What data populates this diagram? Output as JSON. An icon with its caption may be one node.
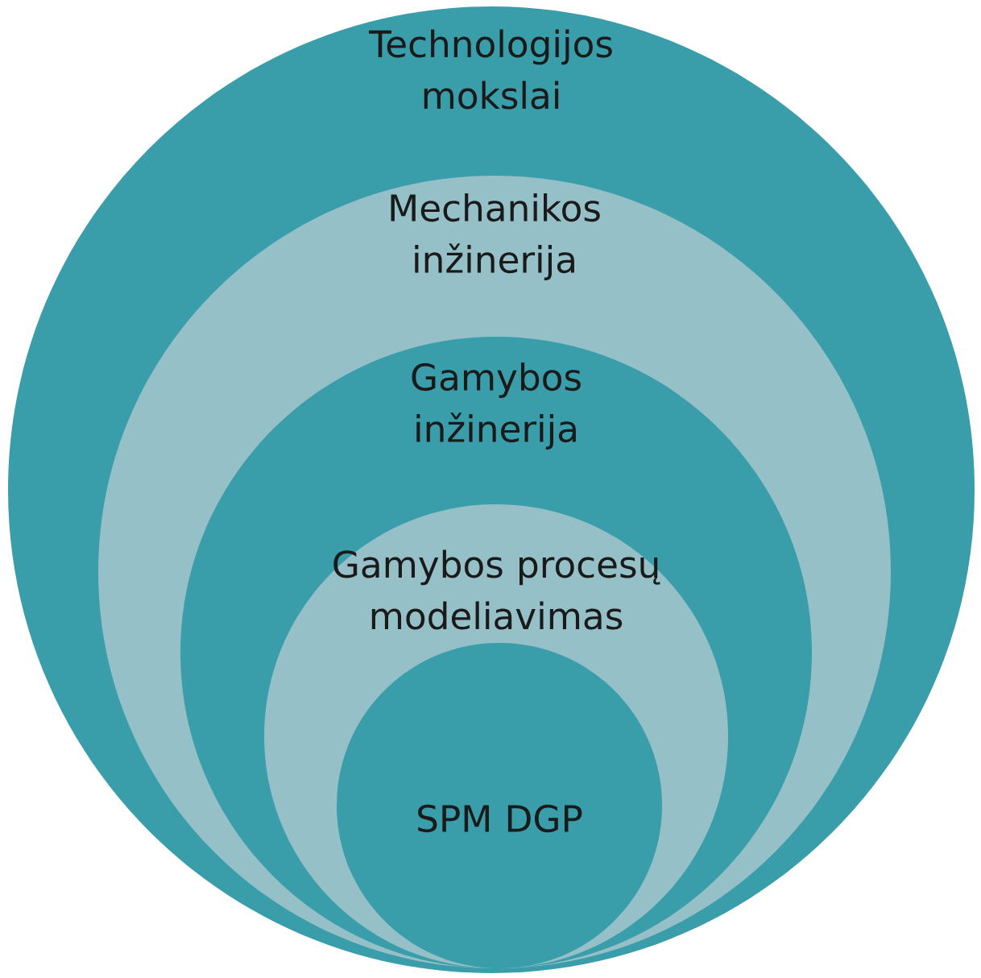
{
  "diagram": {
    "nodes": [
      {
        "text": [
          "Technologijos mokslai"
        ]
      },
      {
        "text": [
          "Mechanikos inžinerija"
        ],
        "in": 0
      },
      {
        "text": [
          "Gamybos inžinerija"
        ],
        "in": 1
      },
      {
        "text": [
          "Gamybos procesų modeliavimas"
        ],
        "in": 2
      },
      {
        "text": [
          "SPM DGP"
        ],
        "in": 3
      }
    ]
  }
}
